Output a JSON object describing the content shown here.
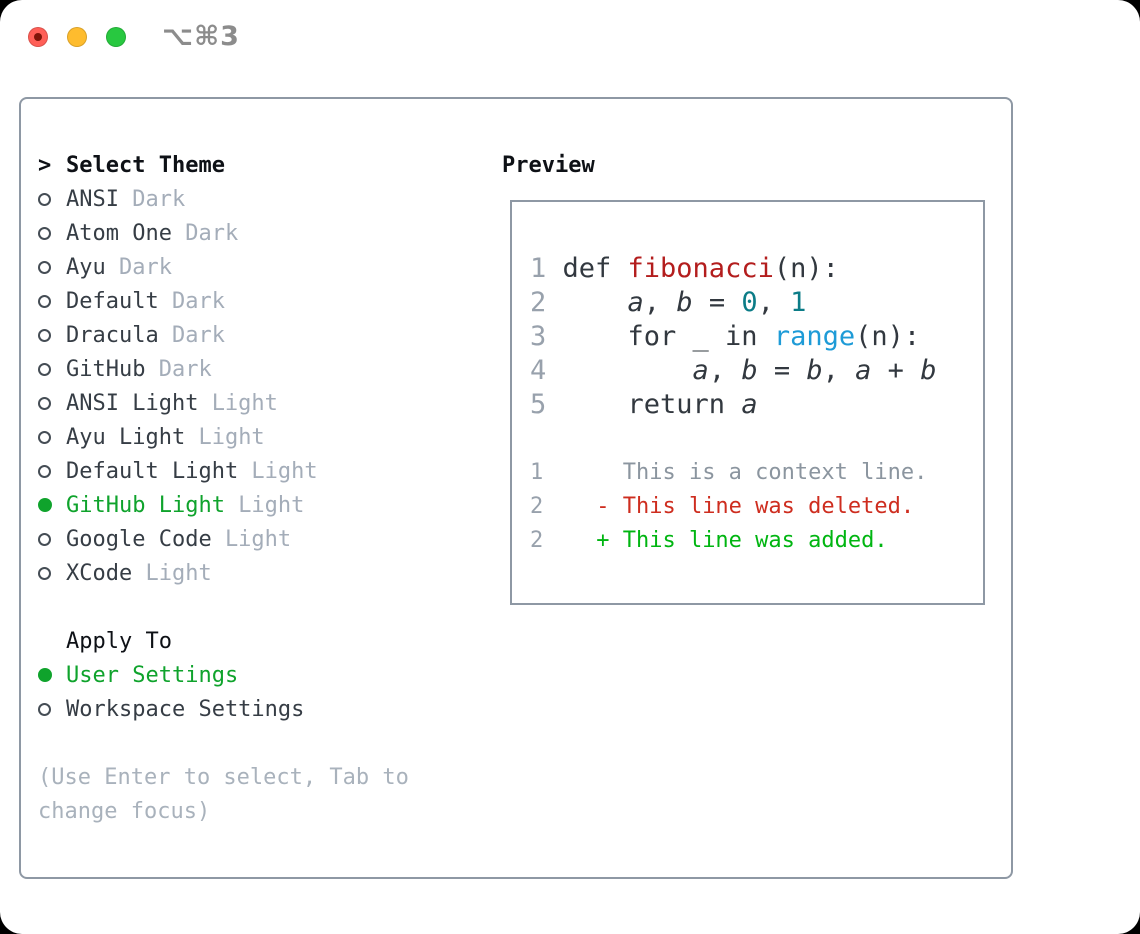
{
  "colors": {
    "light-red": "#ff5f57",
    "light-red-dot": "#7f1509",
    "light-yellow": "#febc2e",
    "light-green": "#28c840",
    "title-gray": "#8c8c8c",
    "frame": "#8e98a4",
    "header": "#0e1116",
    "item": "#363d45",
    "tag": "#a4adb9",
    "sel-green": "#0fa32c",
    "radio-ring": "#454d55",
    "hint": "#a9b2bc",
    "lnum": "#98a1ac",
    "tok-plain": "#32383f",
    "tok-func": "#b31d1d",
    "tok-num": "#0b7c87",
    "tok-builtin": "#1e9bd7",
    "diff-context": "#8b959f",
    "diff-deleted": "#ce2d1f",
    "diff-added": "#00b511"
  },
  "window": {
    "title": "⌥⌘3"
  },
  "theme_picker": {
    "prompt": ">",
    "title": "Select Theme",
    "items": [
      {
        "name": "ANSI",
        "tag": "Dark",
        "selected": false
      },
      {
        "name": "Atom One",
        "tag": "Dark",
        "selected": false
      },
      {
        "name": "Ayu",
        "tag": "Dark",
        "selected": false
      },
      {
        "name": "Default",
        "tag": "Dark",
        "selected": false
      },
      {
        "name": "Dracula",
        "tag": "Dark",
        "selected": false
      },
      {
        "name": "GitHub",
        "tag": "Dark",
        "selected": false
      },
      {
        "name": "ANSI Light",
        "tag": "Light",
        "selected": false
      },
      {
        "name": "Ayu Light",
        "tag": "Light",
        "selected": false
      },
      {
        "name": "Default Light",
        "tag": "Light",
        "selected": false
      },
      {
        "name": "GitHub Light",
        "tag": "Light",
        "selected": true
      },
      {
        "name": "Google Code",
        "tag": "Light",
        "selected": false
      },
      {
        "name": "XCode",
        "tag": "Light",
        "selected": false
      }
    ],
    "apply_to": {
      "title": "Apply To",
      "options": [
        {
          "name": "User Settings",
          "selected": true
        },
        {
          "name": "Workspace Settings",
          "selected": false
        }
      ]
    },
    "hint_line1": "(Use Enter to select, Tab to",
    "hint_line2": "change focus)"
  },
  "preview": {
    "title": "Preview",
    "code_lines": [
      {
        "num": "1",
        "tokens": [
          {
            "t": "def ",
            "c": "plain"
          },
          {
            "t": "fibonacci",
            "c": "func"
          },
          {
            "t": "(n):",
            "c": "plain"
          }
        ]
      },
      {
        "num": "2",
        "tokens": [
          {
            "t": "    ",
            "c": "plain"
          },
          {
            "t": "a",
            "c": "var"
          },
          {
            "t": ", ",
            "c": "plain"
          },
          {
            "t": "b",
            "c": "var"
          },
          {
            "t": " = ",
            "c": "plain"
          },
          {
            "t": "0",
            "c": "num"
          },
          {
            "t": ", ",
            "c": "plain"
          },
          {
            "t": "1",
            "c": "num"
          }
        ]
      },
      {
        "num": "3",
        "tokens": [
          {
            "t": "    for _ in ",
            "c": "plain"
          },
          {
            "t": "range",
            "c": "builtin"
          },
          {
            "t": "(n):",
            "c": "plain"
          }
        ]
      },
      {
        "num": "4",
        "tokens": [
          {
            "t": "        ",
            "c": "plain"
          },
          {
            "t": "a",
            "c": "var"
          },
          {
            "t": ", ",
            "c": "plain"
          },
          {
            "t": "b",
            "c": "var"
          },
          {
            "t": " = ",
            "c": "plain"
          },
          {
            "t": "b",
            "c": "var"
          },
          {
            "t": ", ",
            "c": "plain"
          },
          {
            "t": "a",
            "c": "var"
          },
          {
            "t": " + ",
            "c": "plain"
          },
          {
            "t": "b",
            "c": "var"
          }
        ]
      },
      {
        "num": "5",
        "tokens": [
          {
            "t": "    return ",
            "c": "plain"
          },
          {
            "t": "a",
            "c": "var"
          }
        ]
      }
    ],
    "diff_lines": [
      {
        "num": "1",
        "text": "      This is a context line.",
        "kind": "context"
      },
      {
        "num": "2",
        "text": "    - This line was deleted.",
        "kind": "deleted"
      },
      {
        "num": "2",
        "text": "    + This line was added.",
        "kind": "added"
      }
    ]
  }
}
